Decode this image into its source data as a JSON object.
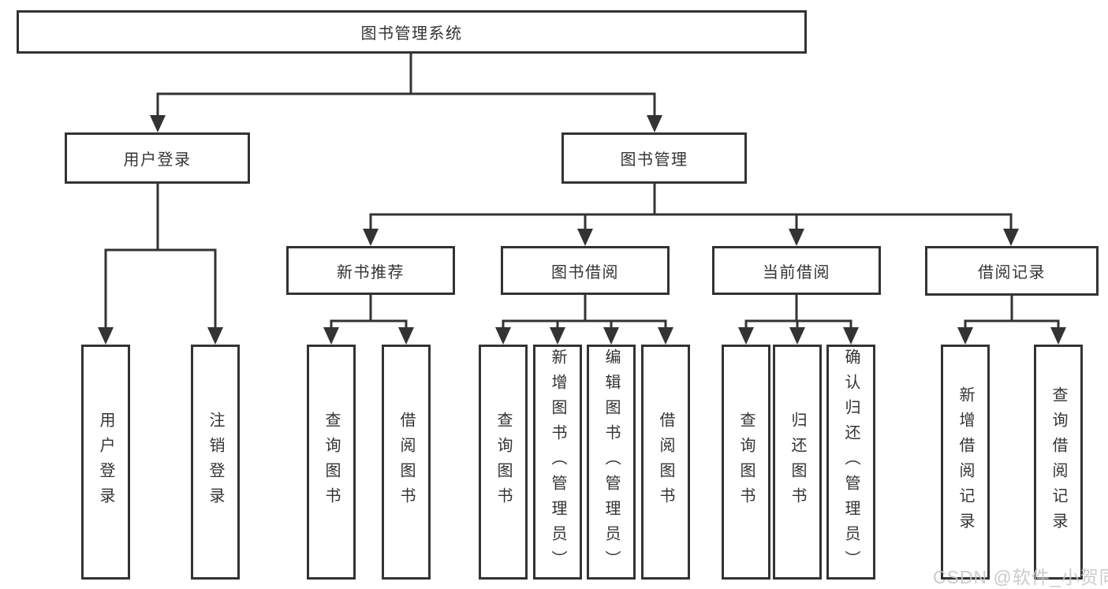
{
  "diagram": {
    "title": "图书管理系统",
    "nodes": {
      "root": "图书管理系统",
      "user_login": "用户登录",
      "book_mgmt": "图书管理",
      "new_book": "新书推荐",
      "book_borrow": "图书借阅",
      "current_borrow": "当前借阅",
      "borrow_records": "借阅记录",
      "leaves": {
        "login": [
          "用户登录",
          "注销登录"
        ],
        "new_book": [
          "查询图书",
          "借阅图书"
        ],
        "borrow": [
          "查询图书",
          "新增图书（管理员）",
          "编辑图书（管理员）",
          "借阅图书"
        ],
        "current": [
          "查询图书",
          "归还图书",
          "确认归还（管理员）"
        ],
        "records": [
          "新增借阅记录",
          "查询借阅记录"
        ]
      }
    }
  },
  "watermark": "CSDN @软件_小贺同学",
  "colors": {
    "line": "#333333",
    "text": "#333333",
    "watermark": "#c6c6c6",
    "background": "#ffffff"
  }
}
